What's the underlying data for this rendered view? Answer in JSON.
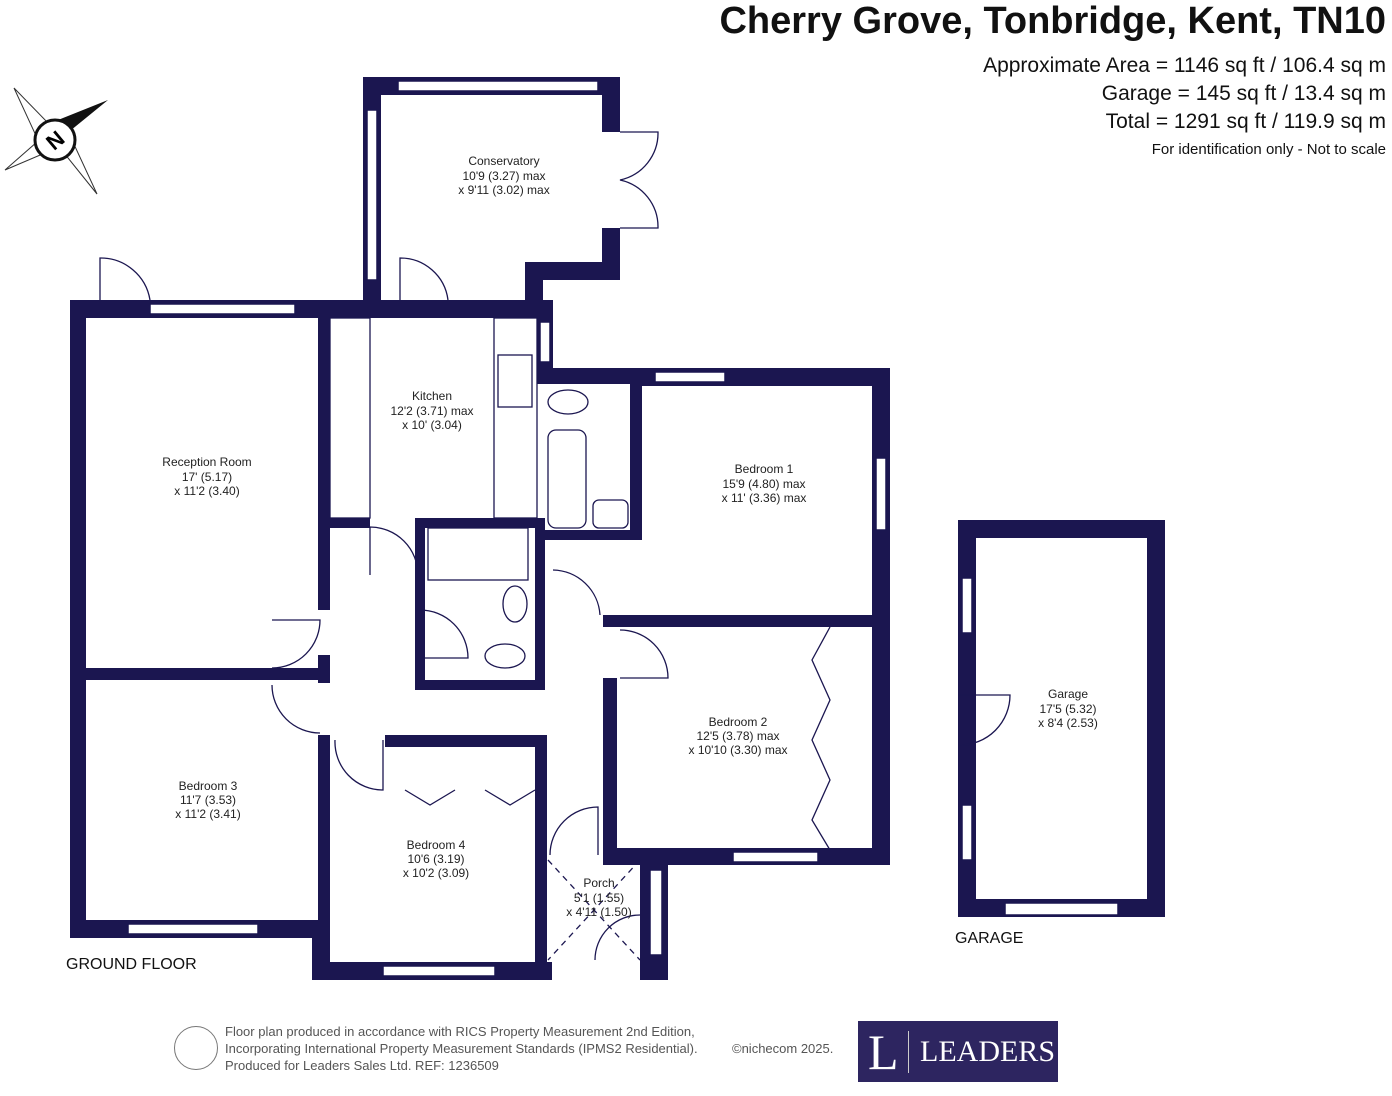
{
  "header": {
    "title": "Cherry Grove, Tonbridge, Kent, TN10",
    "approx_area": "Approximate Area = 1146 sq ft / 106.4 sq m",
    "garage_area": "Garage = 145 sq ft / 13.4 sq m",
    "total_area": "Total = 1291 sq ft / 119.9 sq m",
    "note": "For identification only - Not to scale"
  },
  "compass": {
    "label": "N"
  },
  "rooms": {
    "conservatory": [
      "Conservatory",
      "10'9 (3.27) max",
      "x 9'11 (3.02) max"
    ],
    "kitchen": [
      "Kitchen",
      "12'2 (3.71) max",
      "x 10' (3.04)"
    ],
    "reception": [
      "Reception Room",
      "17' (5.17)",
      "x 11'2 (3.40)"
    ],
    "bedroom1": [
      "Bedroom 1",
      "15'9 (4.80) max",
      "x 11' (3.36) max"
    ],
    "bedroom2": [
      "Bedroom 2",
      "12'5 (3.78) max",
      "x 10'10 (3.30) max"
    ],
    "bedroom3": [
      "Bedroom 3",
      "11'7 (3.53)",
      "x 11'2 (3.41)"
    ],
    "bedroom4": [
      "Bedroom 4",
      "10'6 (3.19)",
      "x 10'2 (3.09)"
    ],
    "porch": [
      "Porch",
      "5'1 (1.55)",
      "x 4'11 (1.50)"
    ],
    "garage": [
      "Garage",
      "17'5 (5.32)",
      "x 8'4 (2.53)"
    ]
  },
  "floors": {
    "ground": "GROUND FLOOR",
    "garage": "GARAGE"
  },
  "footer": {
    "line1": "Floor plan produced in accordance with RICS Property Measurement 2nd Edition,",
    "line2": "Incorporating International Property Measurement Standards (IPMS2 Residential).",
    "line3": "Produced for Leaders Sales Ltd.   REF:  1236509",
    "copyright": "©nichecom 2025."
  },
  "logo": {
    "letter": "L",
    "text": "LEADERS"
  }
}
